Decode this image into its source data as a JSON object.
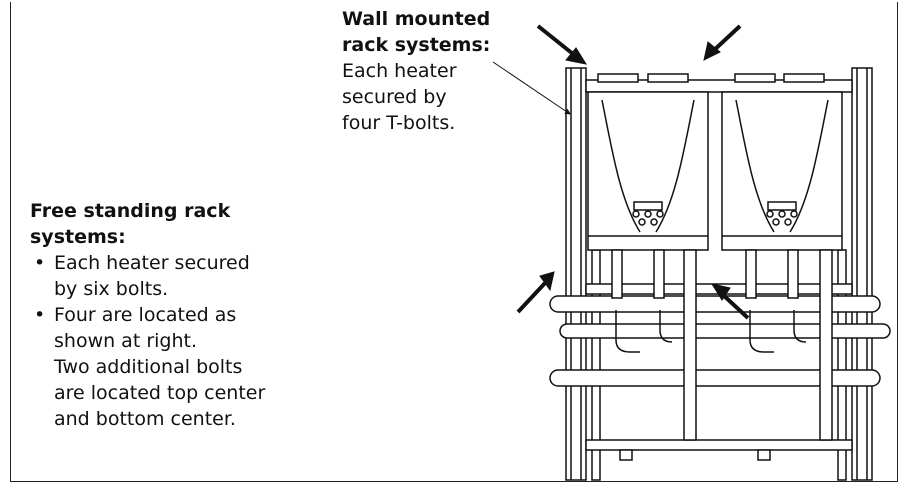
{
  "wall_callout": {
    "heading_line1": "Wall mounted",
    "heading_line2": "rack systems:",
    "body_lines": [
      "Each heater",
      "secured by",
      "four T-bolts."
    ]
  },
  "free_callout": {
    "heading_line1": "Free standing rack",
    "heading_line2": "systems:",
    "bullets": [
      {
        "lines": [
          "Each heater secured",
          "by six bolts."
        ]
      },
      {
        "lines": [
          "Four are located as",
          "shown at right.",
          "Two additional bolts",
          "are located top center",
          "and bottom center."
        ]
      }
    ],
    "bullet_glyph": "•"
  }
}
